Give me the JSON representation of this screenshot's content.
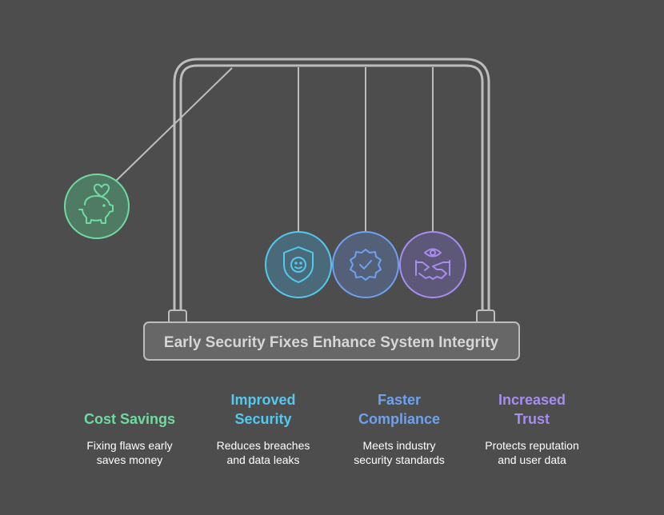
{
  "banner": {
    "text": "Early Security Fixes Enhance System Integrity"
  },
  "colors": {
    "cost": "#6fdba0",
    "security": "#55c8ee",
    "compliance": "#6ea1f0",
    "trust": "#a88cf0"
  },
  "columns": [
    {
      "title": "Cost Savings",
      "desc_line1": "Fixing flaws early",
      "desc_line2": "saves money",
      "icon": "piggy-bank-heart-icon"
    },
    {
      "title_line1": "Improved",
      "title_line2": "Security",
      "desc_line1": "Reduces breaches",
      "desc_line2": "and data leaks",
      "icon": "shield-face-icon"
    },
    {
      "title_line1": "Faster",
      "title_line2": "Compliance",
      "desc_line1": "Meets industry",
      "desc_line2": "security standards",
      "icon": "badge-check-icon"
    },
    {
      "title_line1": "Increased",
      "title_line2": "Trust",
      "desc_line1": "Protects reputation",
      "desc_line2": "and user data",
      "icon": "eye-handshake-icon"
    }
  ]
}
